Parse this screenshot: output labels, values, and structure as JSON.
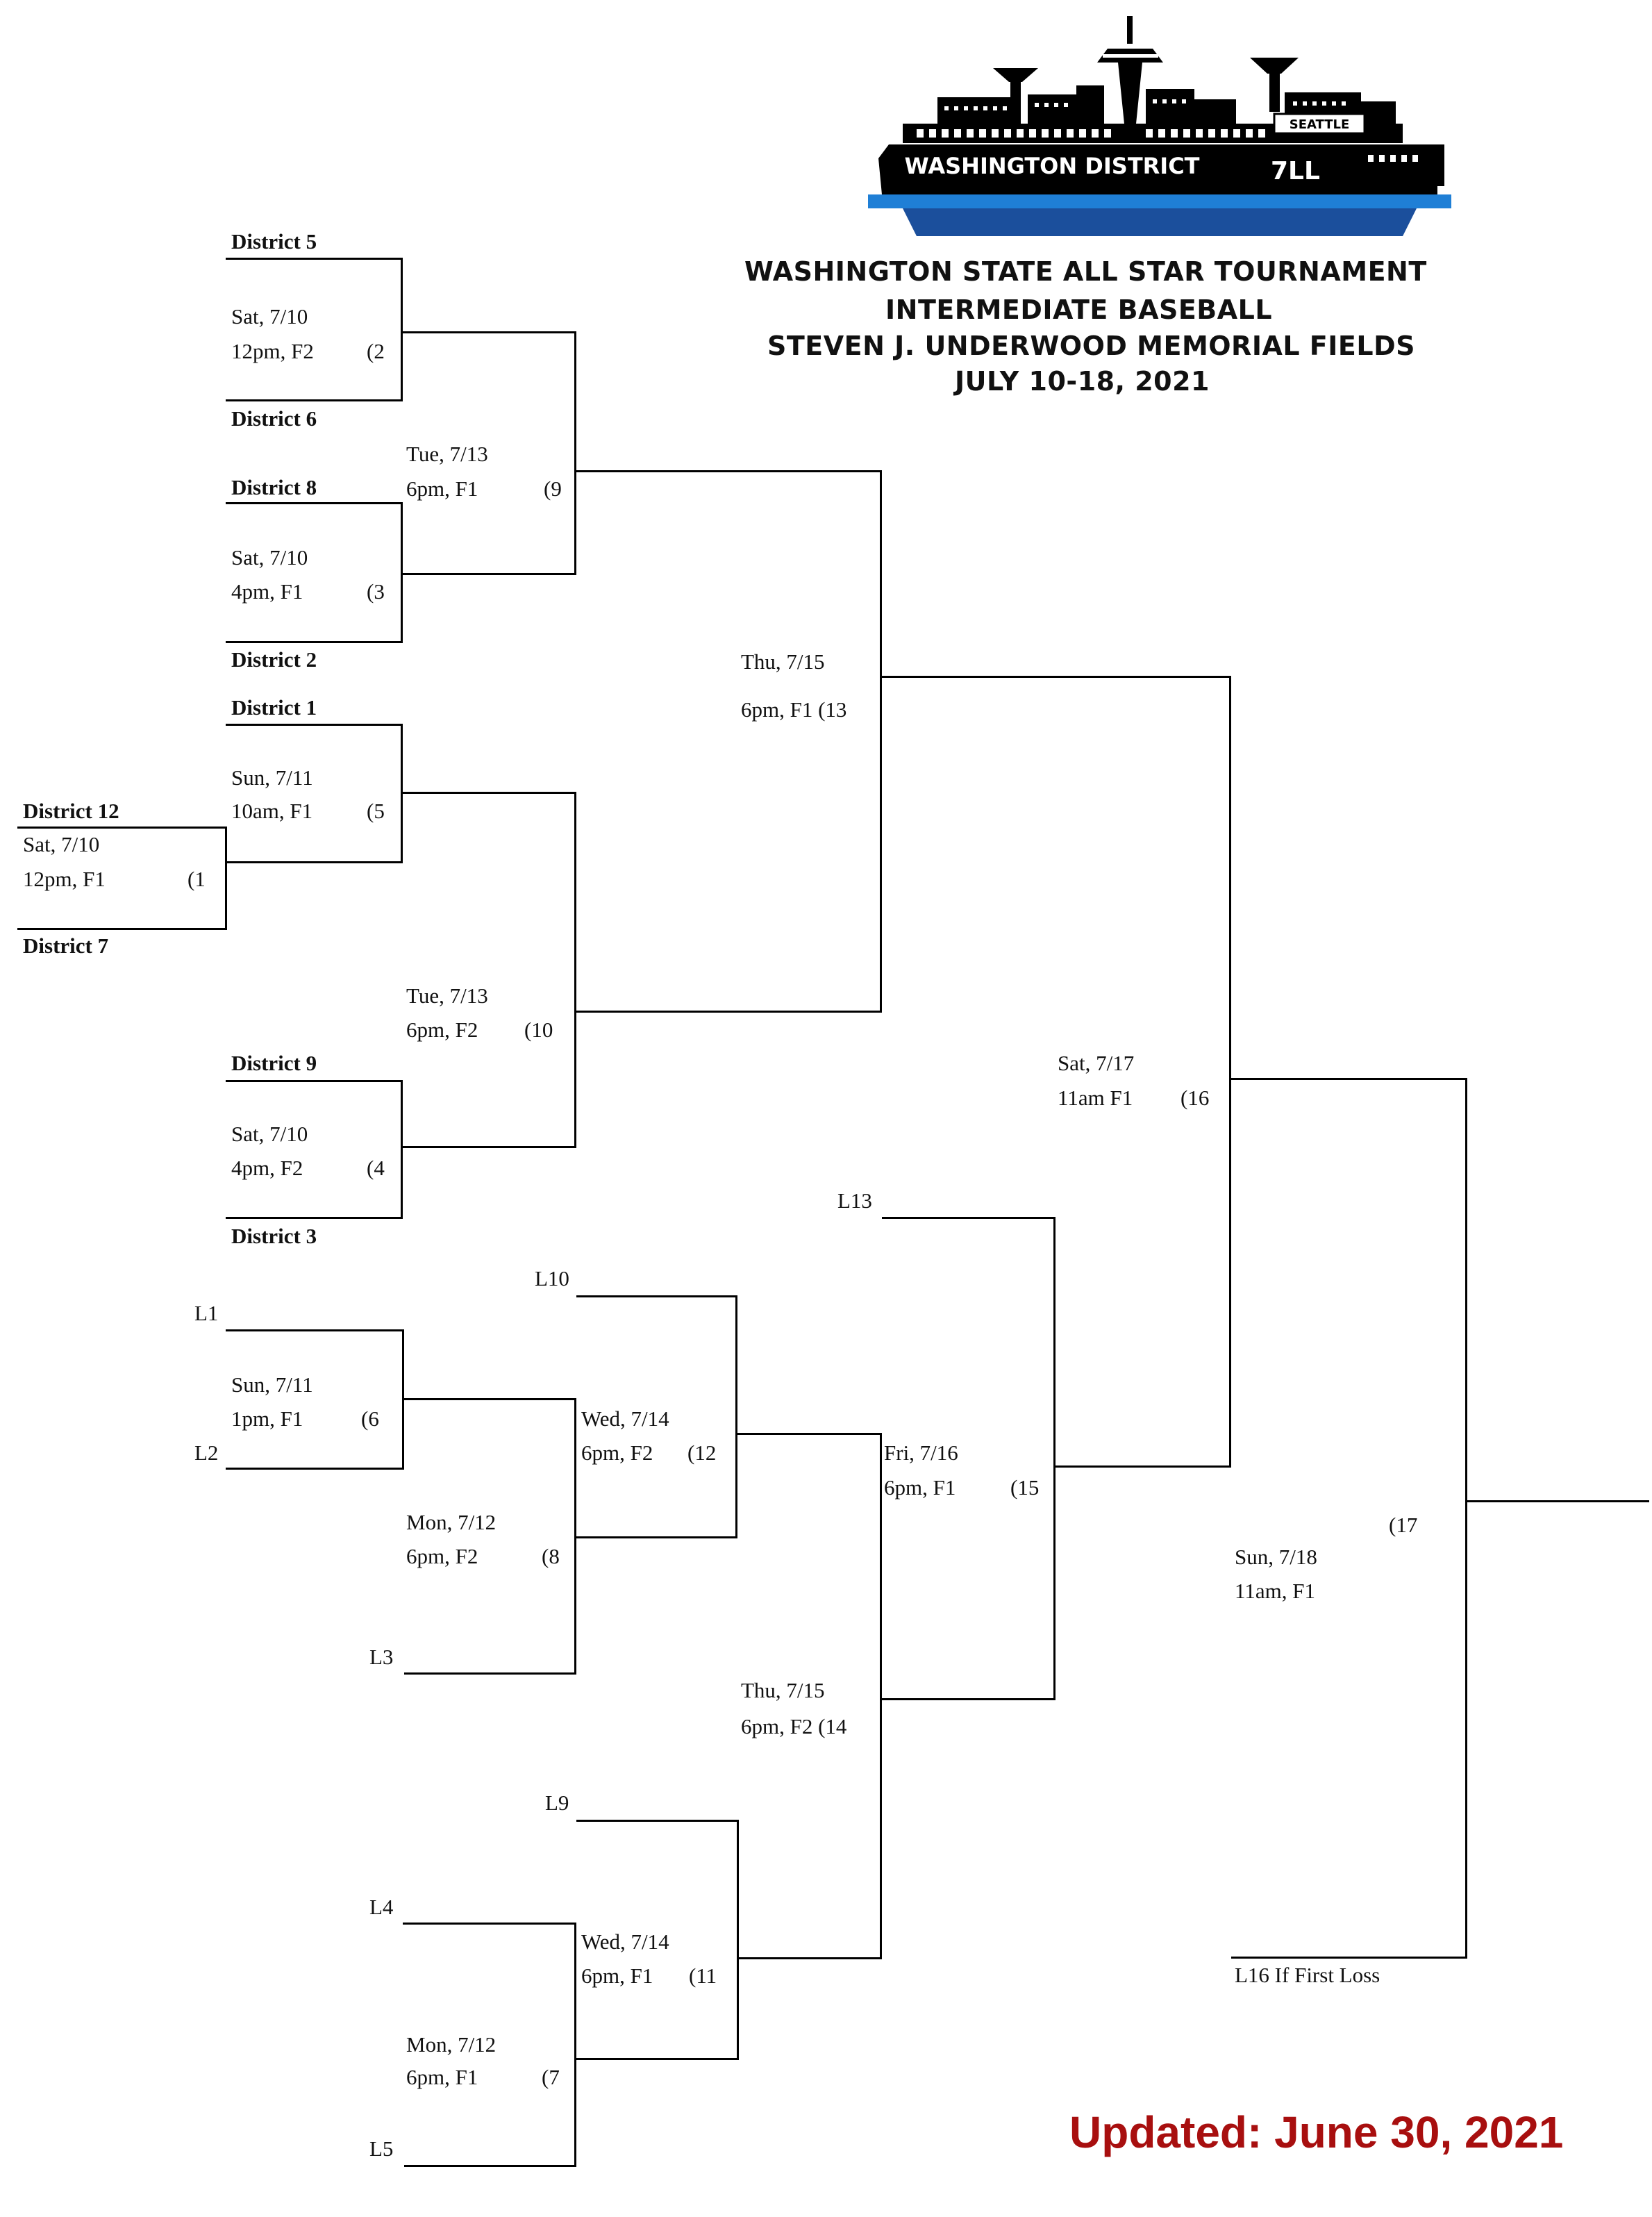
{
  "logo": {
    "seattle": "SEATTLE",
    "district_name": "WASHINGTON DISTRICT",
    "district_num": "7LL"
  },
  "header": {
    "line1": "WASHINGTON STATE ALL STAR TOURNAMENT",
    "line2": "INTERMEDIATE BASEBALL",
    "line3": "STEVEN J. UNDERWOOD MEMORIAL FIELDS",
    "line4": "JULY 10-18, 2021"
  },
  "teams": {
    "d5": "District 5",
    "d6": "District 6",
    "d8": "District 8",
    "d2": "District 2",
    "d1": "District 1",
    "d12": "District 12",
    "d7": "District 7",
    "d9": "District 9",
    "d3": "District 3"
  },
  "games": {
    "g1": {
      "day": "Sat, 7/10",
      "time": "12pm, F1",
      "num": "(1"
    },
    "g2": {
      "day": "Sat, 7/10",
      "time": "12pm, F2",
      "num": "(2"
    },
    "g3": {
      "day": "Sat, 7/10",
      "time": "4pm, F1",
      "num": "(3"
    },
    "g4": {
      "day": "Sat, 7/10",
      "time": "4pm, F2",
      "num": "(4"
    },
    "g5": {
      "day": "Sun, 7/11",
      "time": "10am, F1",
      "num": "(5"
    },
    "g6": {
      "day": "Sun, 7/11",
      "time": "1pm, F1",
      "num": "(6"
    },
    "g7": {
      "day": "Mon, 7/12",
      "time": "6pm, F1",
      "num": "(7"
    },
    "g8": {
      "day": "Mon, 7/12",
      "time": "6pm, F2",
      "num": "(8"
    },
    "g9": {
      "day": "Tue, 7/13",
      "time": "6pm, F1",
      "num": "(9"
    },
    "g10": {
      "day": "Tue, 7/13",
      "time": "6pm, F2",
      "num": "(10"
    },
    "g11": {
      "day": "Wed, 7/14",
      "time": "6pm, F1",
      "num": "(11"
    },
    "g12": {
      "day": "Wed, 7/14",
      "time": "6pm, F2",
      "num": "(12"
    },
    "g13": {
      "day": "Thu, 7/15",
      "time": "6pm, F1 (13"
    },
    "g14": {
      "day": "Thu, 7/15",
      "time": "6pm, F2 (14"
    },
    "g15": {
      "day": "Fri, 7/16",
      "time": "6pm, F1",
      "num": "(15"
    },
    "g16": {
      "day": "Sat, 7/17",
      "time": "11am  F1",
      "num": "(16"
    },
    "g17": {
      "day": "Sun, 7/18",
      "time": "11am, F1",
      "num": "(17"
    }
  },
  "losers": {
    "l1": "L1",
    "l2": "L2",
    "l3": "L3",
    "l4": "L4",
    "l5": "L5",
    "l9": "L9",
    "l10": "L10",
    "l13": "L13",
    "l16": "L16 If First Loss"
  },
  "updated": "Updated:  June 30, 2021",
  "colors": {
    "updated_text": "#a80f0f",
    "logo_blue": "#1f7fd6",
    "logo_dark_blue": "#1b4f9c"
  }
}
